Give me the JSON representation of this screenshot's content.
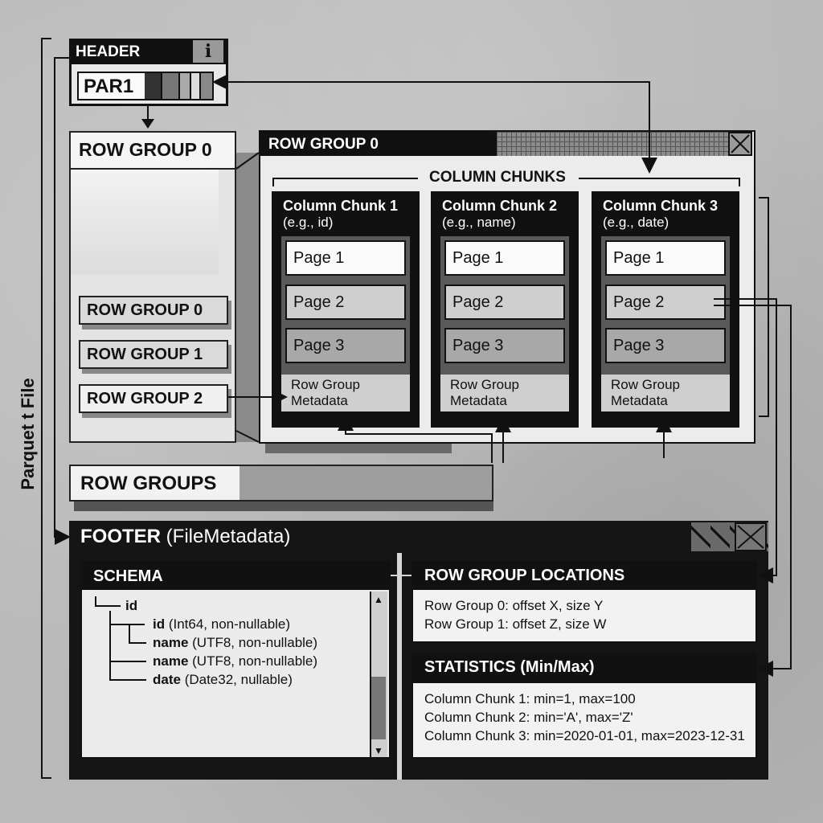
{
  "side_label": "Parquet t File",
  "header": {
    "title": "HEADER",
    "info_icon": "i",
    "magic": "PAR1"
  },
  "left_column": {
    "title": "ROW GROUP 0",
    "items": [
      "ROW GROUP 0",
      "ROW GROUP 1",
      "ROW GROUP 2"
    ]
  },
  "row_groups_bar": "ROW GROUPS",
  "row_group_panel": {
    "title": "ROW GROUP 0",
    "section_title": "COLUMN CHUNKS",
    "chunks": [
      {
        "title": "Column Chunk 1",
        "subtitle": "(e.g., id)",
        "pages": [
          "Page 1",
          "Page 2",
          "Page 3"
        ],
        "metadata": [
          "Row Group",
          "Metadata"
        ]
      },
      {
        "title": "Column Chunk 2",
        "subtitle": "(e.g., name)",
        "pages": [
          "Page 1",
          "Page 2",
          "Page 3"
        ],
        "metadata": [
          "Row Group",
          "Metadata"
        ]
      },
      {
        "title": "Column Chunk 3",
        "subtitle": "(e.g., date)",
        "pages": [
          "Page 1",
          "Page 2",
          "Page 3"
        ],
        "metadata": [
          "Row Group",
          "Metadata"
        ]
      }
    ]
  },
  "footer": {
    "title_bold": "FOOTER",
    "title_rest": " (FileMetadata)",
    "schema": {
      "title": "SCHEMA",
      "rows": [
        {
          "name": "id",
          "type": ""
        },
        {
          "name": "id",
          "type": " (Int64, non-nullable)"
        },
        {
          "name": "name",
          "type": " (UTF8, non-nullable)"
        },
        {
          "name": "name",
          "type": " (UTF8, non-nullable)"
        },
        {
          "name": "date",
          "type": " (Date32, nullable)"
        }
      ],
      "scroll_up": "▲",
      "scroll_down": "▼"
    },
    "row_group_locations": {
      "title": "ROW GROUP LOCATIONS",
      "lines": [
        "Row Group 0: offset X, size Y",
        "Row Group 1: offset Z, size W"
      ]
    },
    "statistics": {
      "title": "STATISTICS (Min/Max)",
      "lines": [
        "Column Chunk 1: min=1, max=100",
        "Column Chunk 2: min='A', max='Z'",
        "Column Chunk 3: min=2020-01-01, max=2023-12-31"
      ]
    }
  }
}
